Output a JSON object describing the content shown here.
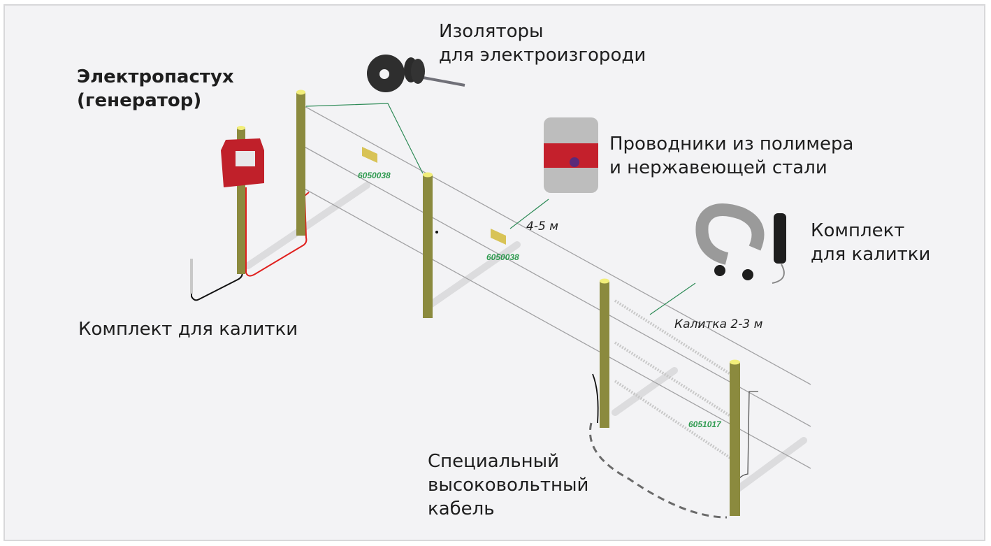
{
  "colors": {
    "background": "#f3f3f5",
    "post": "#8b8a3e",
    "post_top": "#f2ee7a",
    "wire": "#9a9a9a",
    "leader_line": "#2e8b57",
    "generator": "#c0202a",
    "hot_cable": "#e0201e",
    "ground_cable": "#111111",
    "label_code": "#2e9a4f"
  },
  "labels": {
    "generator": [
      "Электропастух",
      "(генератор)"
    ],
    "insulators": [
      "Изоляторы",
      "для электроизгороди"
    ],
    "conductors": [
      "Проводники из полимера",
      "и нержавеющей стали"
    ],
    "gate_kit_right": [
      "Комплект",
      "для калитки"
    ],
    "gate_kit_left": "Комплект для калитки",
    "cable": [
      "Специальный",
      "высоковольтный",
      "кабель"
    ],
    "post_spacing": "4-5 м",
    "gate_width": "Калитка 2-3 м"
  },
  "product_codes": [
    "6050038",
    "6050038",
    "6051017"
  ]
}
